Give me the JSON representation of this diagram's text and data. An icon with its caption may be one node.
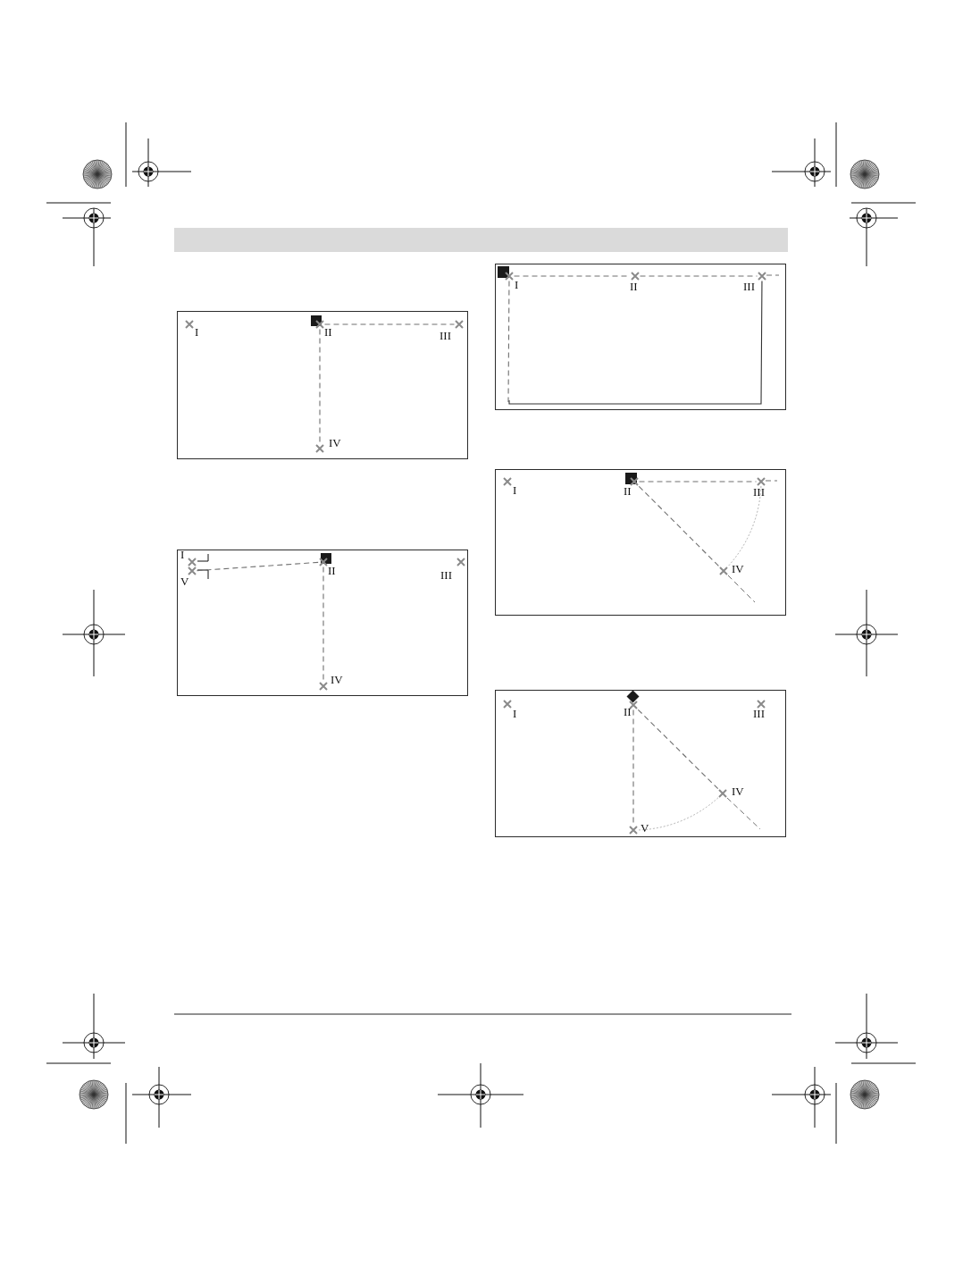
{
  "diagram": {
    "nodes": [
      {
        "text": [],
        "shape": "box"
      },
      {
        "text": [],
        "shape": "cross",
        "in": 0,
        "beside": [
          "I"
        ]
      },
      {
        "text": [],
        "shape": "cross",
        "in": 0,
        "beside": [
          "II"
        ]
      },
      {
        "text": [],
        "shape": "cross",
        "in": 0,
        "beside": [
          "III"
        ]
      },
      {
        "text": [],
        "shape": "cross",
        "in": 0,
        "beside": [
          "IV"
        ]
      },
      {
        "text": [],
        "shape": "box"
      },
      {
        "text": [],
        "shape": "cross",
        "in": 5,
        "beside": [
          "I"
        ]
      },
      {
        "text": [],
        "shape": "cross",
        "in": 5,
        "beside": [
          "II"
        ]
      },
      {
        "text": [],
        "shape": "cross",
        "in": 5,
        "beside": [
          "III"
        ]
      },
      {
        "text": [],
        "shape": "cross",
        "in": 5,
        "beside": [
          "IV"
        ]
      },
      {
        "text": [],
        "shape": "cross",
        "in": 5,
        "beside": [
          "V"
        ]
      },
      {
        "text": [],
        "shape": "box"
      },
      {
        "text": [],
        "shape": "cross",
        "in": 11,
        "beside": [
          "I"
        ]
      },
      {
        "text": [],
        "shape": "cross",
        "in": 11,
        "beside": [
          "II"
        ]
      },
      {
        "text": [],
        "shape": "cross",
        "in": 11,
        "beside": [
          "III"
        ]
      },
      {
        "text": [],
        "shape": "box"
      },
      {
        "text": [],
        "shape": "cross",
        "in": 15,
        "beside": [
          "I"
        ]
      },
      {
        "text": [],
        "shape": "cross",
        "in": 15,
        "beside": [
          "II"
        ]
      },
      {
        "text": [],
        "shape": "cross",
        "in": 15,
        "beside": [
          "III"
        ]
      },
      {
        "text": [],
        "shape": "cross",
        "in": 15,
        "beside": [
          "IV"
        ]
      },
      {
        "text": [],
        "shape": "box"
      },
      {
        "text": [],
        "shape": "cross",
        "in": 20,
        "beside": [
          "I"
        ]
      },
      {
        "text": [],
        "shape": "cross",
        "in": 20,
        "beside": [
          "II"
        ]
      },
      {
        "text": [],
        "shape": "cross",
        "in": 20,
        "beside": [
          "III"
        ]
      },
      {
        "text": [],
        "shape": "cross",
        "in": 20,
        "beside": [
          "IV"
        ]
      },
      {
        "text": [],
        "shape": "cross",
        "in": 20,
        "beside": [
          "V"
        ]
      }
    ],
    "edges": [
      {
        "from": 2,
        "to": 3,
        "arrow": "none",
        "style": "dashed"
      },
      {
        "from": 2,
        "to": 4,
        "arrow": "none",
        "style": "dashed"
      },
      {
        "from": 10,
        "to": 7,
        "arrow": "none",
        "style": "dashed"
      },
      {
        "from": 7,
        "to": 9,
        "arrow": "none",
        "style": "dashed"
      },
      {
        "from": 12,
        "to": 13,
        "arrow": "none",
        "style": "dashed"
      },
      {
        "from": 13,
        "to": 14,
        "arrow": "none",
        "style": "dashed"
      },
      {
        "from": 12,
        "to": null,
        "arrow": "none",
        "style": "dashed"
      },
      {
        "from": 17,
        "to": 18,
        "arrow": "none",
        "style": "dashed"
      },
      {
        "from": 17,
        "to": 19,
        "arrow": "none",
        "style": "dashed"
      },
      {
        "from": 18,
        "to": 19,
        "arrow": "none",
        "style": "dashed",
        "color": "#a0a0a0"
      },
      {
        "from": 22,
        "to": 25,
        "arrow": "none",
        "style": "dashed"
      },
      {
        "from": 22,
        "to": 24,
        "arrow": "none",
        "style": "dashed"
      },
      {
        "from": 24,
        "to": 25,
        "arrow": "none",
        "style": "dashed",
        "color": "#a0a0a0"
      },
      {
        "from": 14,
        "to": null,
        "arrow": "none",
        "color": "#333333"
      }
    ]
  }
}
